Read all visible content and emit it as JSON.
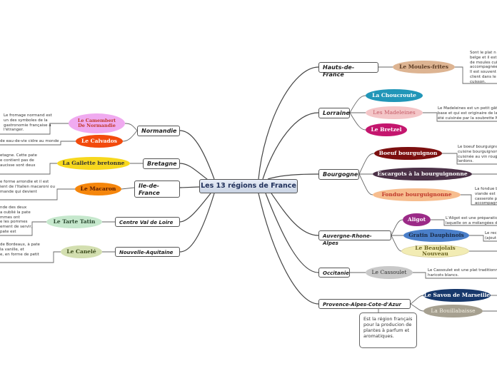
{
  "title": "Les 13 régions de France",
  "regions": {
    "hauts_de_france": "Hauts-de-France",
    "lorraine": "Lorraine",
    "bourgogne": "Bourgogne",
    "auvergne": "Auvergne-Rhone-Alpes",
    "occitanie": "Occitanie",
    "paca": "Provence-Alpes-Cote-d'Azur",
    "normandie": "Normandie",
    "bretagne": "Bretagne",
    "ile_de_france": "Ile-de-France",
    "centre": "Centre Val de Loire",
    "nouvelle_aquitaine": "Nouvelle-Aquitaine"
  },
  "dishes": {
    "moules_frites": "Le Moules-frites",
    "choucroute": "La Choucroute",
    "madeleines": "Les Madeleines",
    "bretzel": "Le Bretzel",
    "boeuf": "Boeuf bourguignon",
    "escargots": "Escargots à la bourguignonne",
    "fondue": "Fondue bourguignonne",
    "aligot": "Aligot",
    "gratin": "Gratin Dauphinois",
    "beaujolais": "Le Beaujolais Nouveau",
    "cassoulet": "Le Cassoulet",
    "savon": "Le Savon de Marseille",
    "bouillabaisse": "La Bouillabaisse",
    "camembert": "Le Camembert De Normandie",
    "calvados": "Le Calvados",
    "galette": "La Gallette bretonne",
    "macaron": "Le Macaron",
    "tarte_tatin": "Le Tarte Tatin",
    "canele": "Le Canelé"
  },
  "notes": {
    "moules_frites": [
      "Sont le plat n",
      "belge et il est",
      "de moules cui",
      "accompagnée",
      "Il est souvent",
      "client dans le",
      "cuisson."
    ],
    "madeleines": [
      "Le Madeleines est un petit gât",
      "base et qui est originaire de la",
      "été cuisinée par la soubrette M"
    ],
    "boeuf": [
      "Le boeuf bourguignon",
      "cuisine bourguignon",
      "cuisinée au vin roug",
      "lardons."
    ],
    "fondue": [
      "La fondue b",
      "viande est",
      "casserole p",
      "accompagn"
    ],
    "aligot": [
      "L'Aligot est une préparatio",
      "laquelle on a mélangées du"
    ],
    "gratin": [
      "Le rec",
      "(ajout"
    ],
    "cassoulet": [
      "Le Cassoulet est une plat traditionn",
      "haricots blancs."
    ],
    "paca_box": "Est la région français pour la producion de plantes à parfum et aromatiques.",
    "camembert": [
      "Le fromage normand est",
      "un des symboles de la",
      "gastronomie française à",
      "l'étranger."
    ],
    "calvados": [
      "de eau-de-vie cidre au monde"
    ],
    "galette": [
      "etagne. Cette pate",
      "e contient pas de",
      "aucisse sont deux"
    ],
    "macaron": [
      "e forme arrondie et il est",
      "ient de l'Italien macaroni ou",
      "mande qui devient"
    ],
    "tarte_tatin": [
      "nde des deux",
      "a oublié la pate",
      "mmes ont",
      "e les pommes",
      "ement de servir,",
      "pate est"
    ],
    "canele": [
      "de Bordeaux, à pate",
      "la vanille, et",
      "e, en forme de petit"
    ]
  },
  "colors": {
    "moules_frites": "#ddb492",
    "choucroute": "#2196b8",
    "madeleines": "#f4c6c8",
    "bretzel": "#c4166e",
    "boeuf": "#7c0f0f",
    "escargots": "#4b3147",
    "fondue": "#f7bd8e",
    "aligot": "#9b2a87",
    "gratin": "#4a7fc9",
    "beaujolais": "#f2ecb4",
    "cassoulet": "#c9c9c9",
    "savon": "#17386b",
    "bouillabaisse": "#a6a090",
    "camembert": "#f0aaf0",
    "calvados": "#f24a0c",
    "galette": "#f7d81e",
    "macaron": "#f5860c",
    "tarte_tatin": "#c6e8cd",
    "canele": "#d3dfb0"
  }
}
